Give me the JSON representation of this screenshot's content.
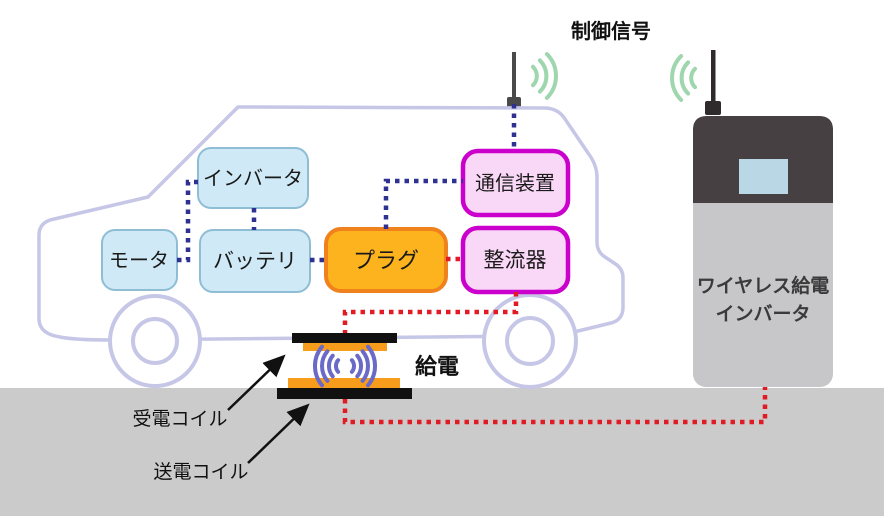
{
  "diagram": {
    "control_signal": "制御信号",
    "power_feed": "給電",
    "receiving_coil": "受電コイル",
    "transmitting_coil": "送電コイル",
    "station": {
      "line1": "ワイヤレス給電",
      "line2": "インバータ"
    },
    "boxes": {
      "motor": "モータ",
      "inverter": "インバータ",
      "battery": "バッテリ",
      "plug": "プラグ",
      "communication": "通信装置",
      "rectifier": "整流器"
    },
    "colors": {
      "signal_line": "#2e3192",
      "power_line": "#e01b24",
      "car_outline": "#c6c6e7",
      "component_box_fill": "#cfe9f6",
      "component_box_border": "#8fbdd6",
      "plug_box_fill": "#fcb31d",
      "plug_box_border": "#f0821e",
      "pink_box_fill": "#f9d7f6",
      "pink_box_border": "#cc00cc",
      "coil_orange": "#f89c1c",
      "ground": "#cbcbcb",
      "wireless_green": "#9fd6ae",
      "coil_wave_blue": "#6a6ac8",
      "station_dark": "#474043",
      "station_light": "#c7c6c8",
      "station_screen": "#b9d7e4"
    }
  }
}
